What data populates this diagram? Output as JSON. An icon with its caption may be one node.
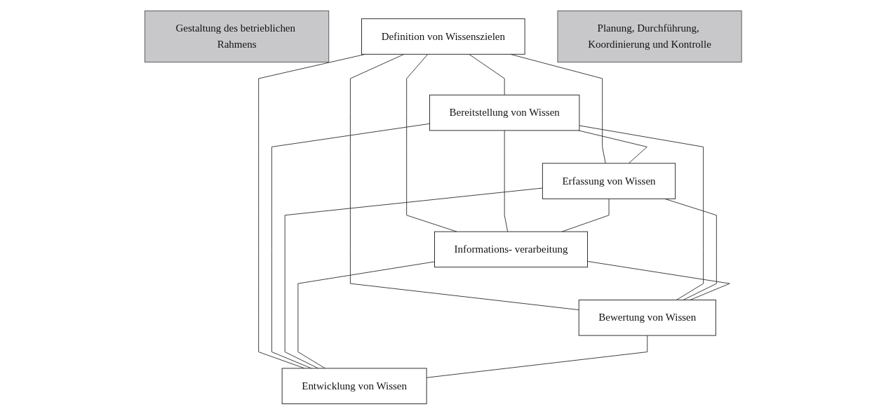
{
  "diagram": {
    "nodes": [
      {
        "text": [
          "Gestaltung des betrieblichen Rahmens"
        ]
      },
      {
        "text": [
          "Definition von Wissenszielen"
        ]
      },
      {
        "text": [
          "Bereitstellung von Wissen"
        ]
      },
      {
        "text": [
          "Erfassung von Wissen"
        ]
      },
      {
        "text": [
          "Informations- verarbeitung"
        ]
      },
      {
        "text": [
          "Bewertung von Wissen"
        ]
      },
      {
        "text": [
          "Entwicklung von Wissen"
        ]
      },
      {
        "text": [
          "Planung, Durchführung, Koordinierung und Kontrolle"
        ]
      }
    ],
    "edges": [
      {
        "from": 1,
        "to": 2,
        "arrow": "none"
      },
      {
        "from": 1,
        "to": 3,
        "arrow": "none"
      },
      {
        "from": 1,
        "to": 4,
        "arrow": "none"
      },
      {
        "from": 1,
        "to": 5,
        "arrow": "none"
      },
      {
        "from": 1,
        "to": 6,
        "arrow": "none"
      },
      {
        "from": 2,
        "to": 3,
        "arrow": "none"
      },
      {
        "from": 2,
        "to": 4,
        "arrow": "none"
      },
      {
        "from": 2,
        "to": 5,
        "arrow": "none"
      },
      {
        "from": 2,
        "to": 6,
        "arrow": "none"
      },
      {
        "from": 3,
        "to": 4,
        "arrow": "none"
      },
      {
        "from": 3,
        "to": 5,
        "arrow": "none"
      },
      {
        "from": 3,
        "to": 6,
        "arrow": "none"
      },
      {
        "from": 4,
        "to": 5,
        "arrow": "none"
      },
      {
        "from": 4,
        "to": 6,
        "arrow": "none"
      },
      {
        "from": 5,
        "to": 6,
        "arrow": "none"
      }
    ]
  }
}
